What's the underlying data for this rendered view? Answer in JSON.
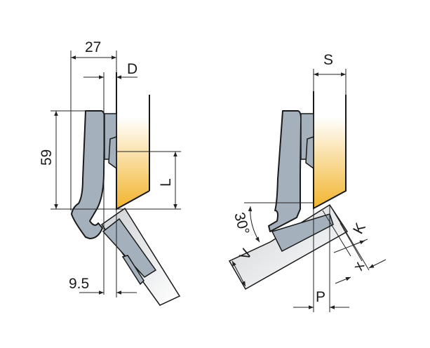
{
  "title": "Concealed hinge dimension drawing",
  "labels": {
    "overlay_width": "27",
    "d": "D",
    "cup_height": "59",
    "l": "L",
    "offset": "9.5",
    "s": "S",
    "angle": "30°",
    "v": "V",
    "k": "K",
    "x": "x",
    "p": "P"
  },
  "colors": {
    "door_top": "#ffffff",
    "door_bottom": "#f2b42c",
    "hinge": "#a4b0bb",
    "line": "#1a1a1a"
  }
}
